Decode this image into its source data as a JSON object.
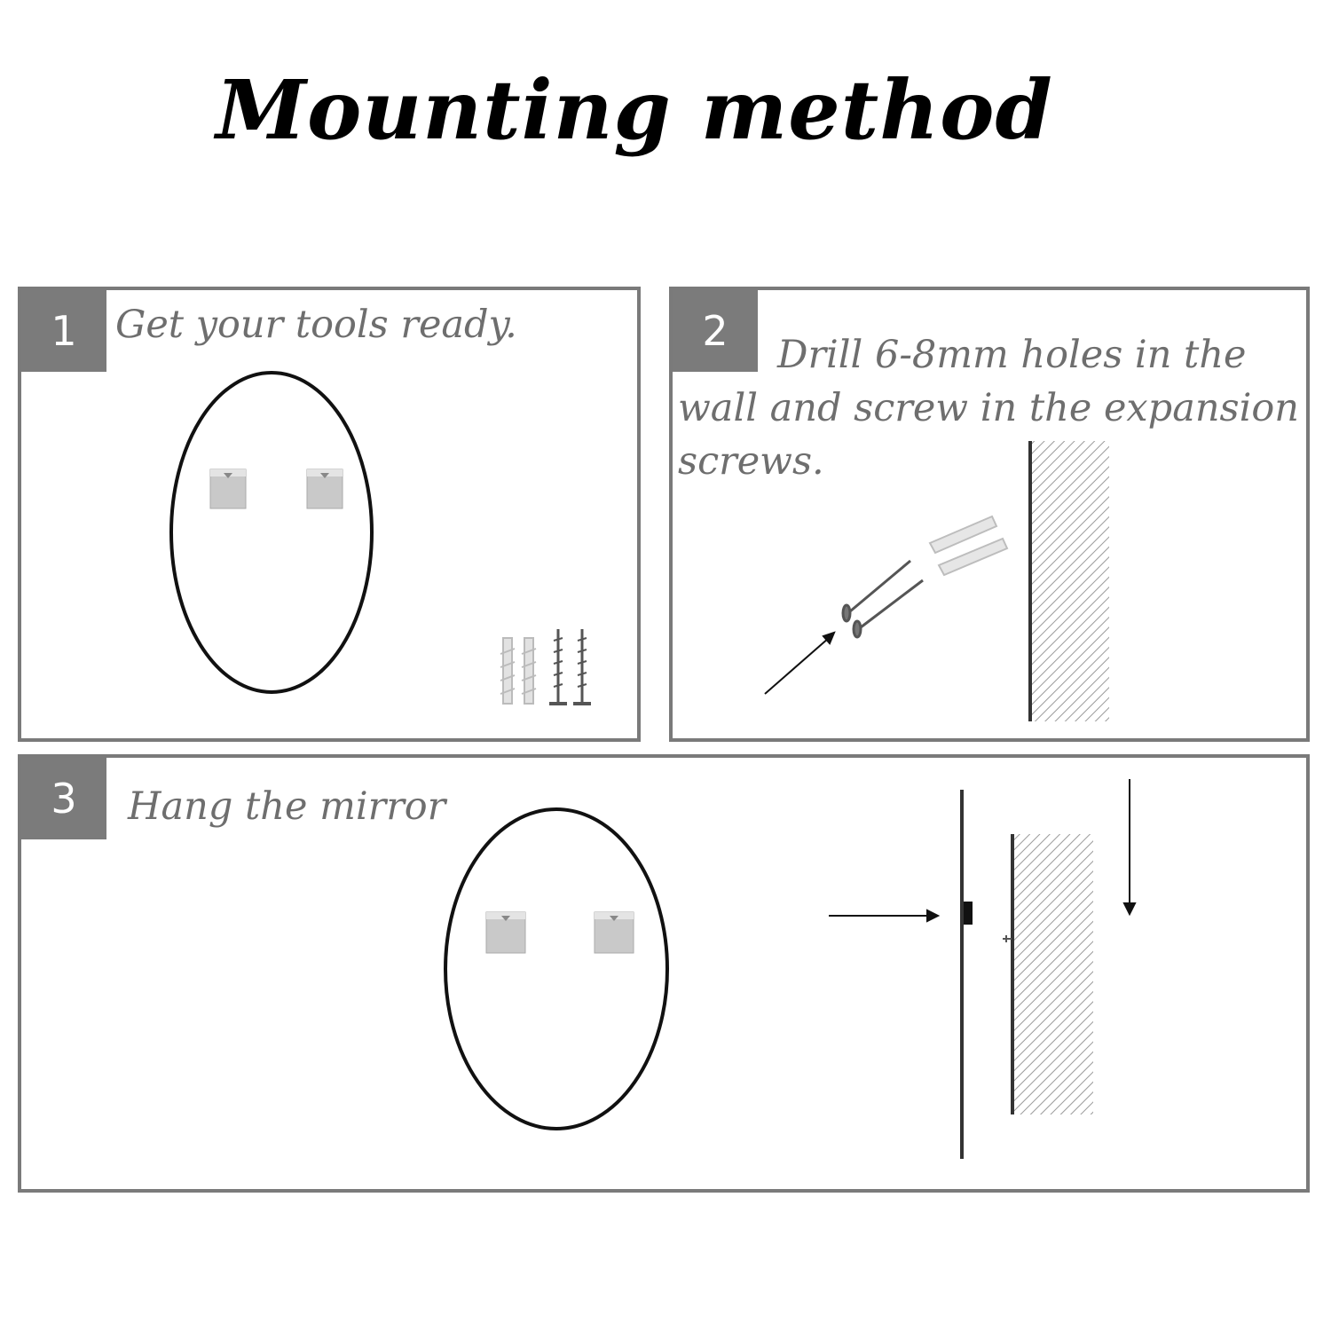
{
  "title": "Mounting method",
  "colors": {
    "panel_border": "#7a7a7a",
    "badge": "#7b7b7b",
    "step_text": "#6e6e6e"
  },
  "steps": [
    {
      "number": "1",
      "text": "Get your tools ready."
    },
    {
      "number": "2",
      "text_lines": [
        "Drill 6-8mm holes in the",
        "wall and screw in the expansion",
        "screws."
      ]
    },
    {
      "number": "3",
      "text": "Hang the mirror"
    }
  ]
}
